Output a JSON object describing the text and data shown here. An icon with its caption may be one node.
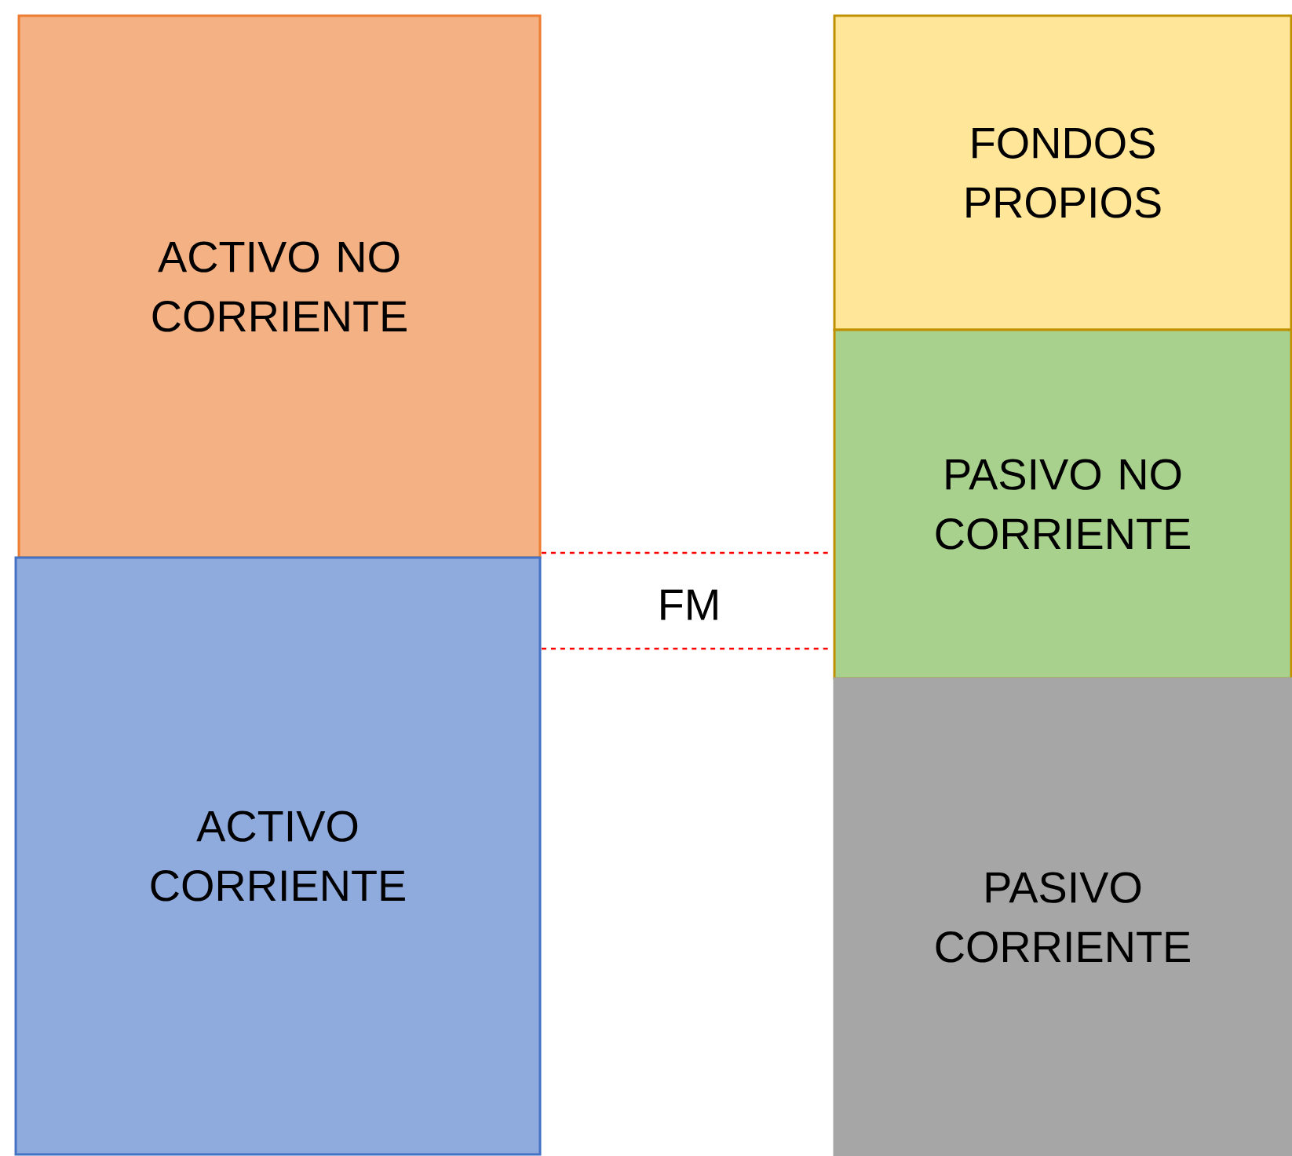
{
  "diagram": {
    "nodes": [
      {
        "text": [
          "ACTIVO NO CORRIENTE"
        ]
      },
      {
        "text": [
          "ACTIVO CORRIENTE"
        ]
      },
      {
        "text": [
          "FONDOS PROPIOS"
        ]
      },
      {
        "text": [
          "PASIVO NO CORRIENTE"
        ]
      },
      {
        "text": [
          "PASIVO CORRIENTE"
        ]
      }
    ],
    "labels": [
      "FM"
    ]
  }
}
